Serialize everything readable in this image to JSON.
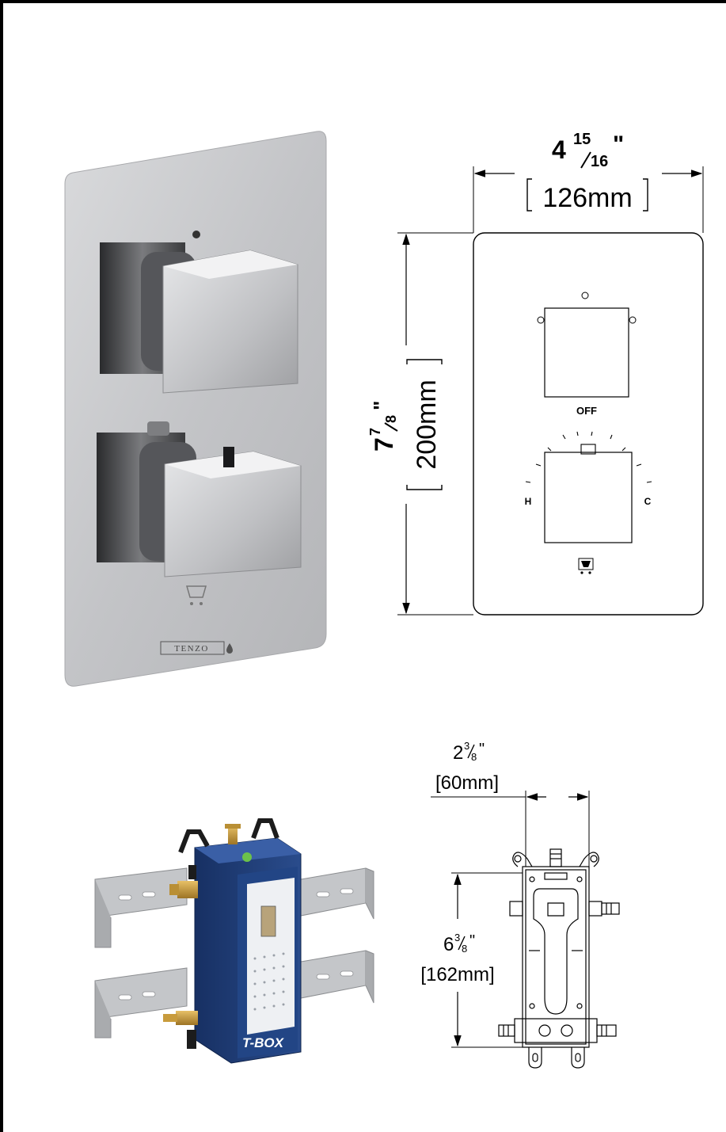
{
  "trim": {
    "brand": "TENZO",
    "knob_labels": {
      "off": "OFF",
      "hot": "H",
      "cold": "C"
    },
    "width": {
      "inch_whole": "4",
      "inch_num": "15",
      "inch_den": "16",
      "inch_mark": "\"",
      "mm": "126mm"
    },
    "height": {
      "inch_whole": "7",
      "inch_num": "7",
      "inch_den": "8",
      "inch_mark": "\"",
      "mm": "200mm"
    }
  },
  "tbox": {
    "brand": "T-BOX",
    "depth": {
      "inch_whole": "2",
      "inch_num": "3",
      "inch_den": "8",
      "inch_mark": "\"",
      "mm": "[60mm]"
    },
    "height": {
      "inch_whole": "6",
      "inch_num": "3",
      "inch_den": "8",
      "inch_mark": "\"",
      "mm": "[162mm]"
    }
  },
  "colors": {
    "chrome": "#c9cacc",
    "chrome_dark": "#6c6d70",
    "tbox_blue": "#1f3d77",
    "brass": "#c89b3c",
    "steel": "#b8bbbf"
  }
}
